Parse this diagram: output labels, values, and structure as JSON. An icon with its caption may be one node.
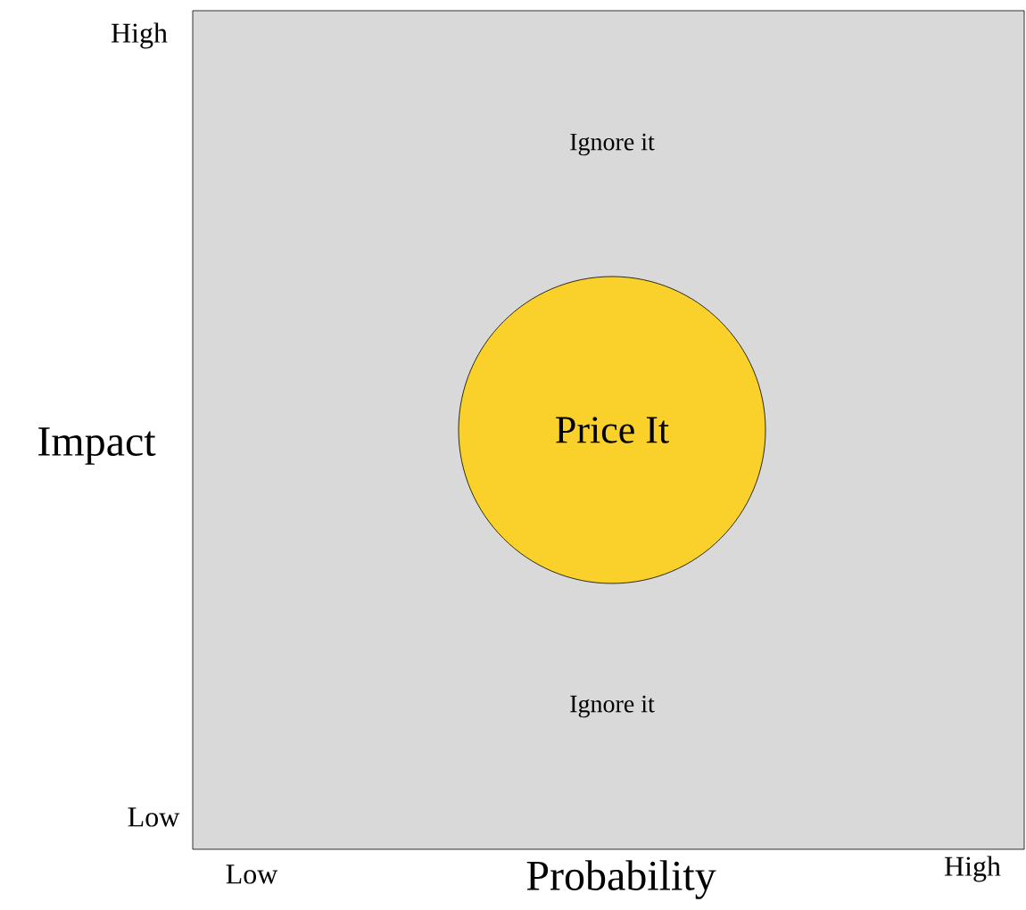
{
  "diagram": {
    "nodes": [
      {
        "text": [
          "Ignore it",
          "Ignore it"
        ]
      },
      {
        "text": [
          "Price It"
        ],
        "in": 0
      }
    ],
    "labels": [
      "High",
      "Impact",
      "Low",
      "Low",
      "Probability",
      "High"
    ]
  }
}
